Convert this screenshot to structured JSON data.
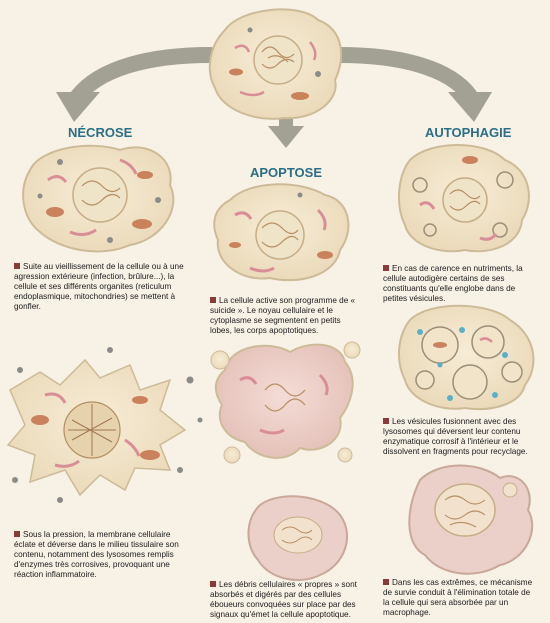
{
  "headings": {
    "necrose": "NÉCROSE",
    "apoptose": "APOPTOSE",
    "autophagie": "AUTOPHAGIE"
  },
  "captions": {
    "necrose_1": "Suite au vieillissement de la cellule ou à une agression extérieure (infection, brûlure...), la cellule et ses différents organites (reticulum endoplasmique, mitochondries) se mettent à gonfler.",
    "necrose_2": "Sous la pression, la membrane cellulaire éclate et déverse dans le milieu tissulaire son contenu, notamment des lysosomes remplis d'enzymes très corrosives, provoquant une réaction inflammatoire.",
    "apoptose_1": "La cellule active son programme de « suicide ». Le noyau cellulaire et le cytoplasme se segmentent en petits lobes, les corps apoptotiques.",
    "apoptose_2": "Les débris cellulaires « propres » sont absorbés et digérés par des cellules éboueurs convoquées sur place par des signaux qu'émet la cellule apoptotique.",
    "autophagie_1": "En cas de carence en nutriments, la cellule autodigère certains de ses constituants qu'elle englobe dans de petites vésicules.",
    "autophagie_2": "Les vésicules fusionnent avec des lysosomes qui déversent leur contenu enzymatique corrosif à l'intérieur et le dissolvent en fragments pour recyclage.",
    "autophagie_3": "Dans les cas extrêmes, ce mécanisme de survie conduit à l'élimination totale de la cellule qui sera absorbée par un macrophage."
  },
  "colors": {
    "heading": "#2b6f86",
    "arrow": "#9c9a8f",
    "membrane": "#ddd0b8",
    "cytoplasm": "#f3e6cc",
    "mitochondria": "#c9825c",
    "reticulum": "#d98d97",
    "golgi": "#d99a55",
    "nucleus": "#efe3c8",
    "vesicle_blue": "#5ab0c9",
    "bullet": "#8b3a3a"
  }
}
